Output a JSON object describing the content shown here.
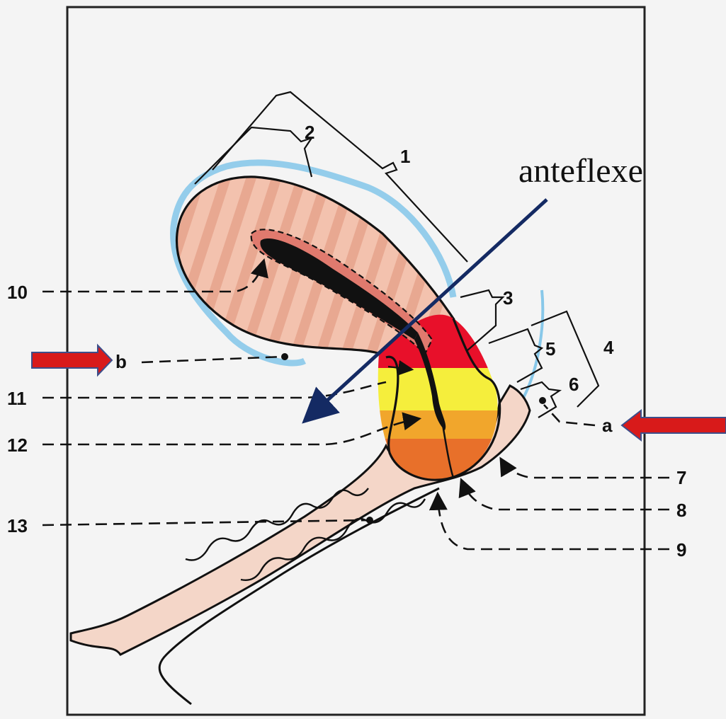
{
  "diagram": {
    "annotation_text": "anteflexe",
    "labels": {
      "l1": "1",
      "l2": "2",
      "l3": "3",
      "l4": "4",
      "l5": "5",
      "l6": "6",
      "l7": "7",
      "l8": "8",
      "l9": "9",
      "l10": "10",
      "l11": "11",
      "l12": "12",
      "l13": "13",
      "la": "a",
      "lb": "b"
    },
    "colors": {
      "body": "#f1b9a3",
      "cavity": "#e07a6e",
      "isthmus": "#e8102a",
      "cervix_upper": "#f5ee3c",
      "cervix_lower": "#f1a62c",
      "portio": "#e8702a",
      "vagina": "#f4d6c8",
      "peritoneum": "#7cc3e8",
      "annotation_arrow": "#142a63",
      "side_arrows": "#d81a1a"
    }
  }
}
